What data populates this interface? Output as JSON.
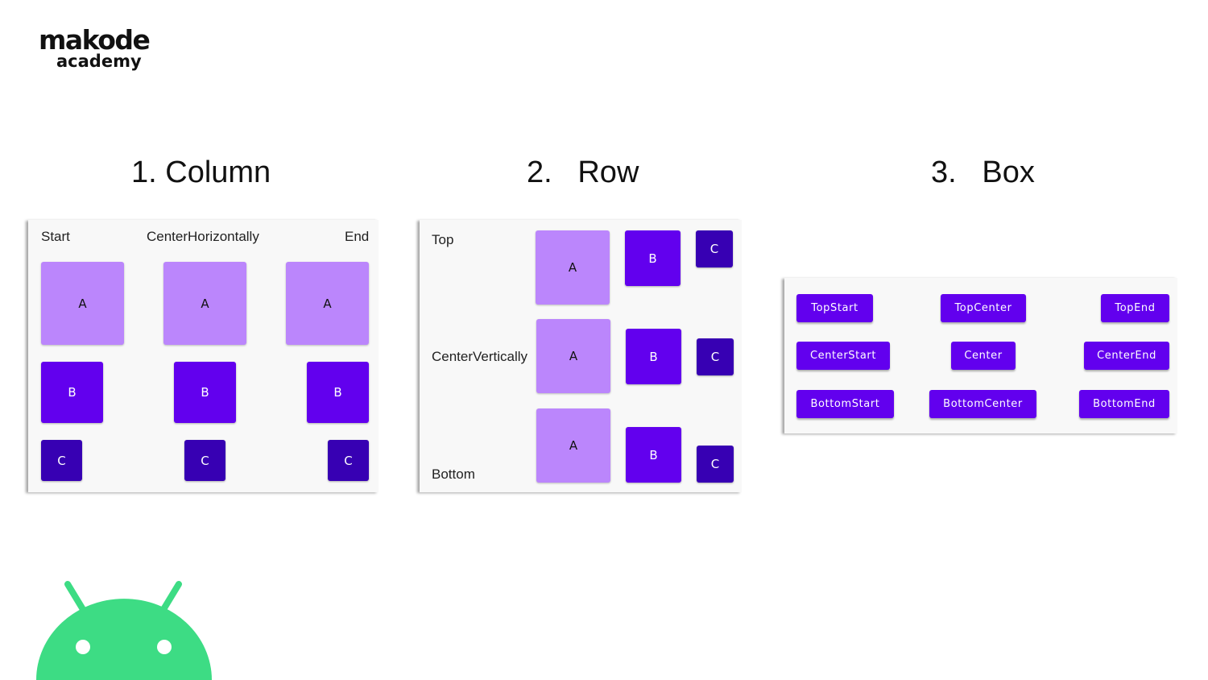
{
  "logo": {
    "line1": "makode",
    "line2": "academy"
  },
  "headings": {
    "column": "1. Column",
    "row": "2.   Row",
    "box": "3.   Box"
  },
  "column_panel": {
    "labels": {
      "start": "Start",
      "center": "CenterHorizontally",
      "end": "End"
    },
    "boxes": {
      "a": "A",
      "b": "B",
      "c": "C"
    }
  },
  "row_panel": {
    "labels": {
      "top": "Top",
      "center": "CenterVertically",
      "bottom": "Bottom"
    },
    "boxes": {
      "a": "A",
      "b": "B",
      "c": "C"
    }
  },
  "box_panel": {
    "buttons": {
      "top_start": "TopStart",
      "top_center": "TopCenter",
      "top_end": "TopEnd",
      "center_start": "CenterStart",
      "center": "Center",
      "center_end": "CenterEnd",
      "bottom_start": "BottomStart",
      "bottom_center": "BottomCenter",
      "bottom_end": "BottomEnd"
    }
  },
  "colors": {
    "a": "#bb86fc",
    "b": "#6200ee",
    "c": "#3700b3",
    "android": "#3ddc84"
  },
  "icons": {
    "mascot": "android-robot-icon"
  }
}
